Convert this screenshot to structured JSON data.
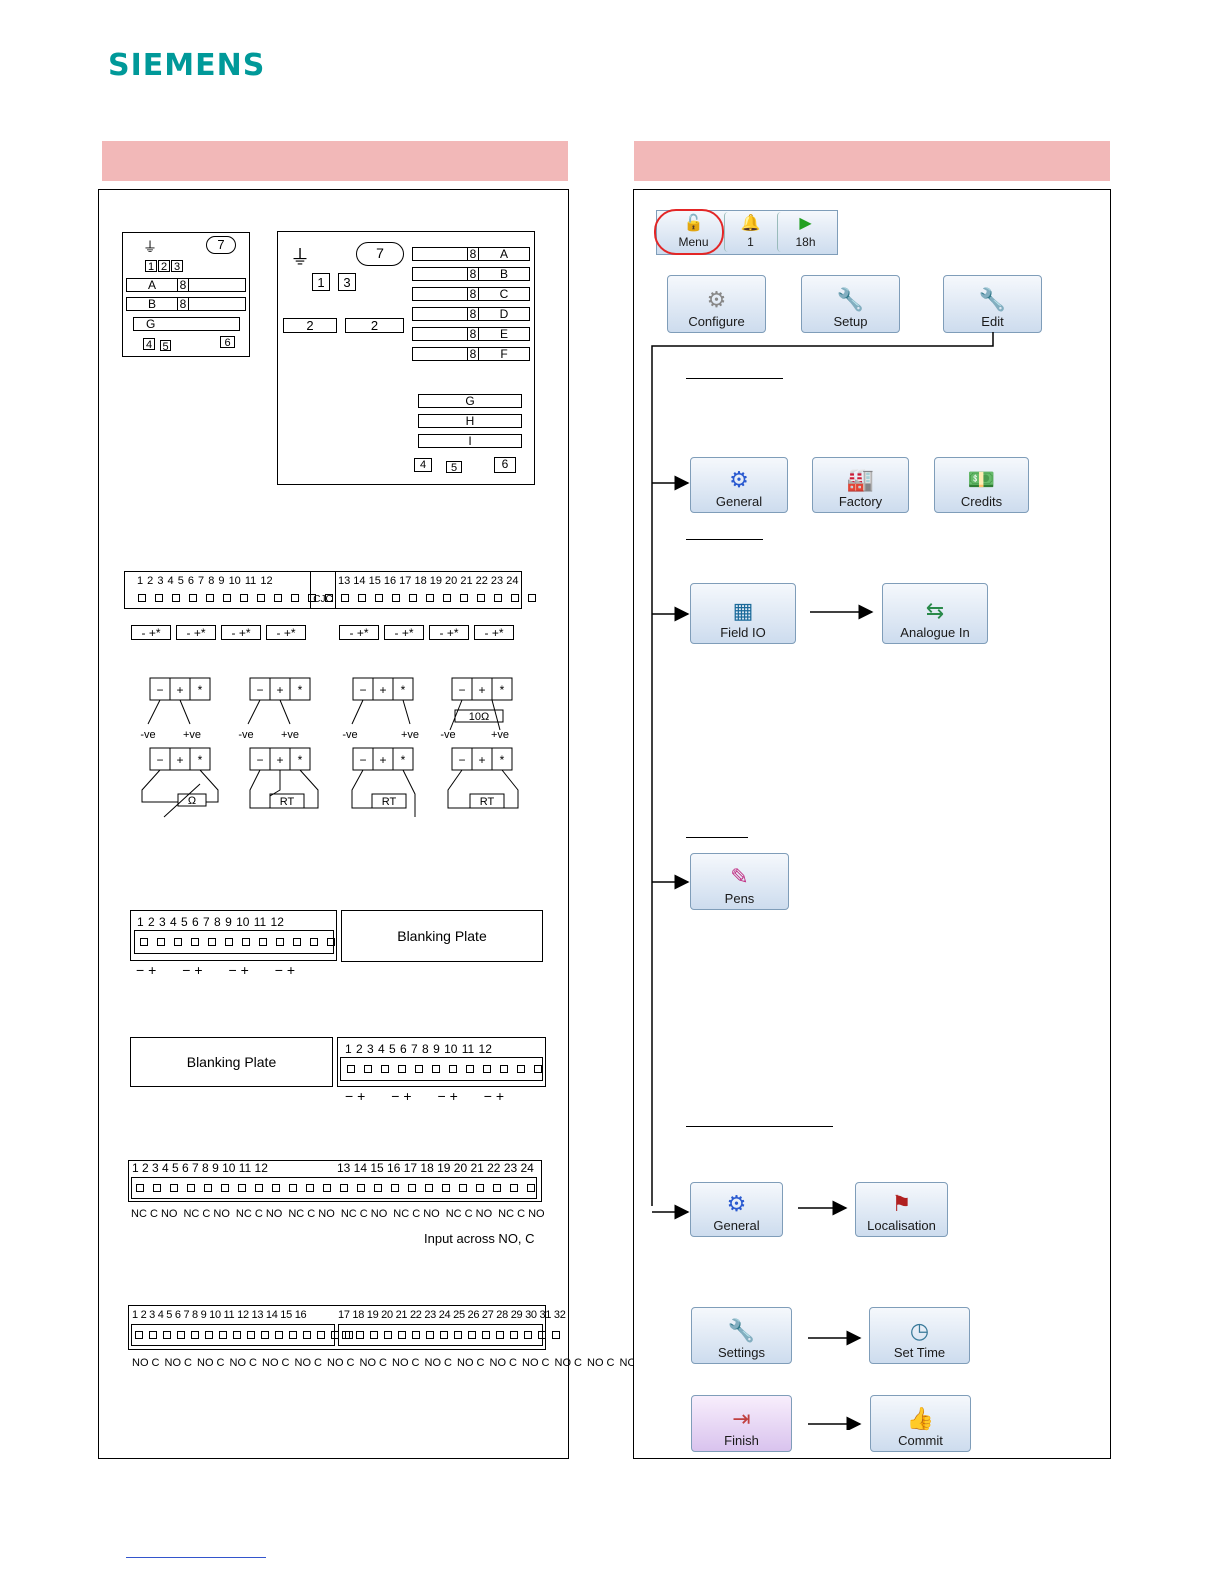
{
  "brand": "SIEMENS",
  "left": {
    "small_module": {
      "num7": "7",
      "nums": [
        "1",
        "2",
        "3"
      ],
      "bars": [
        {
          "l": "A",
          "n": "8"
        },
        {
          "l": "B",
          "n": "8"
        }
      ],
      "g": "G",
      "bottom": [
        "4",
        "5",
        "6"
      ]
    },
    "large_module": {
      "num7": "7",
      "nums": [
        "1",
        "3"
      ],
      "twos": [
        "2",
        "2"
      ],
      "bars": [
        {
          "l": "A",
          "n": "8"
        },
        {
          "l": "B",
          "n": "8"
        },
        {
          "l": "C",
          "n": "8"
        },
        {
          "l": "D",
          "n": "8"
        },
        {
          "l": "E",
          "n": "8"
        },
        {
          "l": "F",
          "n": "8"
        }
      ],
      "lower": [
        "G",
        "H",
        "I"
      ],
      "bottom": [
        "4",
        "5",
        "6"
      ]
    },
    "analogue_terms_a": "1  2  3  4  5  6  7  8  9  10 11 12",
    "analogue_terms_b": "13 14 15 16 17 18 19 20 21 22 23 24",
    "cjc": "CJC",
    "pol": "- +*",
    "wiring": {
      "neg": "-ve",
      "pos": "+ve",
      "res": "10Ω",
      "rt": "RT",
      "ohm": "Ω"
    },
    "terms12": "1  2  3  4  5  6  7  8  9 10 11 12",
    "pm": "− +",
    "blanking": "Blanking Plate",
    "relay_terms_a": "1  2  3  4  5  6  7  8  9  10  11  12",
    "relay_terms_b": "13  14  15  16  17  18  19  20  21  22  23  24",
    "ncno": "NC C NO",
    "input_note": "Input across NO, C",
    "terms32_a": "1 2 3 4 5 6 7 8 9 10 11 12 13 14 15 16",
    "terms32_b": "17 18 19 20 21 22 23 24 25 26 27 28 29 30 31 32",
    "noc": "NO C"
  },
  "right": {
    "status": {
      "menu": "Menu",
      "alarm": "1",
      "time": "18h"
    },
    "row1": [
      "Configure",
      "Setup",
      "Edit"
    ],
    "row2": [
      "General",
      "Factory",
      "Credits"
    ],
    "row3": [
      "Field IO",
      "Analogue In"
    ],
    "row4": [
      "Pens"
    ],
    "row5": [
      "General",
      "Localisation"
    ],
    "row6": [
      "Settings",
      "Set Time"
    ],
    "row7": [
      "Finish",
      "Commit"
    ]
  }
}
